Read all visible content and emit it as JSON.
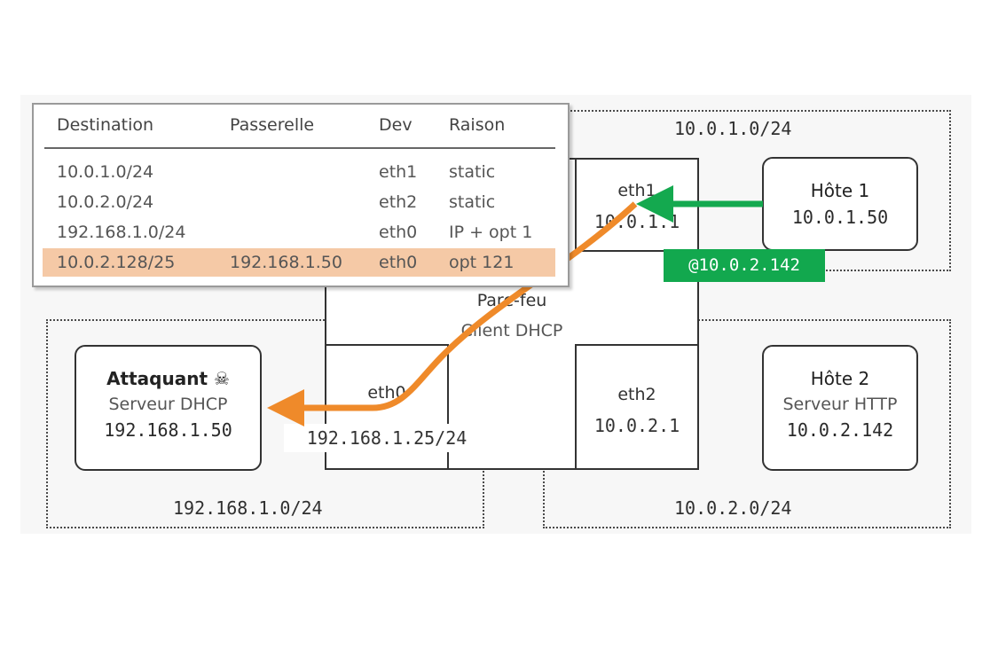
{
  "subnets": {
    "net1": "10.0.1.0/24",
    "net2": "10.0.2.0/24",
    "wan": "192.168.1.0/24"
  },
  "firewall": {
    "title": "Pare-feu",
    "subtitle": "Client DHCP",
    "eth0": {
      "name": "eth0",
      "ip": "192.168.1.25/24"
    },
    "eth1": {
      "name": "eth1",
      "ip": "10.0.1.1"
    },
    "eth2": {
      "name": "eth2",
      "ip": "10.0.2.1"
    }
  },
  "hosts": {
    "host1": {
      "name": "Hôte 1",
      "ip": "10.0.1.50"
    },
    "host2": {
      "name": "Hôte 2",
      "role": "Serveur HTTP",
      "ip": "10.0.2.142"
    },
    "attacker": {
      "name": "Attaquant ☠",
      "role": "Serveur DHCP",
      "ip": "192.168.1.50"
    }
  },
  "packet_tag": "@10.0.2.142",
  "routing_table": {
    "headers": [
      "Destination",
      "Passerelle",
      "Dev",
      "Raison"
    ],
    "rows": [
      [
        "10.0.1.0/24",
        "",
        "eth1",
        "static"
      ],
      [
        "10.0.2.0/24",
        "",
        "eth2",
        "static"
      ],
      [
        "192.168.1.0/24",
        "",
        "eth0",
        "IP + opt 1"
      ],
      [
        "10.0.2.128/25",
        "192.168.1.50",
        "eth0",
        "opt 121"
      ]
    ],
    "highlighted_row": 3
  },
  "colors": {
    "green_arrow": "#14a94f",
    "orange_arrow": "#ef8a2a",
    "highlight": "#f5c9a6"
  }
}
